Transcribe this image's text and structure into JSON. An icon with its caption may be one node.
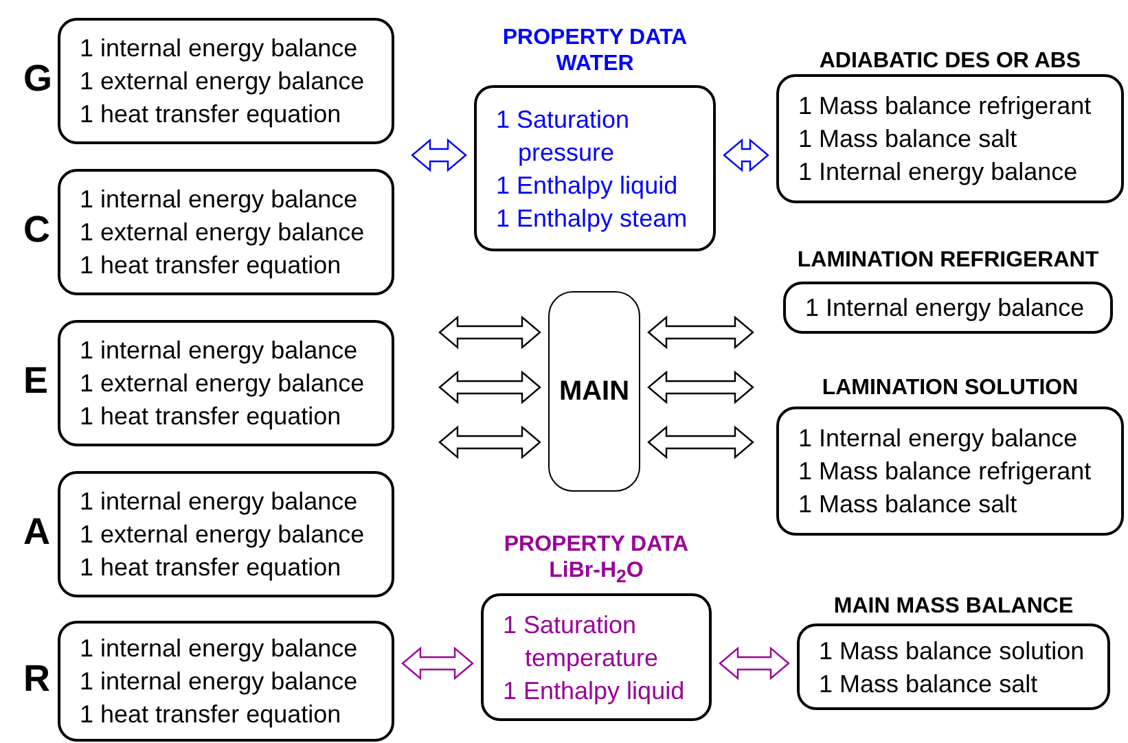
{
  "diagram": {
    "nodes": [
      {
        "text": [
          "1 internal energy balance",
          "1 external energy balance",
          "1 heat transfer equation"
        ],
        "beside": [
          "G"
        ]
      },
      {
        "text": [
          "1 internal energy balance",
          "1 external energy balance",
          "1 heat transfer equation"
        ],
        "beside": [
          "C"
        ]
      },
      {
        "text": [
          "1 internal energy balance",
          "1 external energy balance",
          "1 heat transfer equation"
        ],
        "beside": [
          "E"
        ]
      },
      {
        "text": [
          "1 internal energy balance",
          "1 external energy balance",
          "1 heat transfer equation"
        ],
        "beside": [
          "A"
        ]
      },
      {
        "text": [
          "1 internal energy balance",
          "1 internal energy balance",
          "1 heat transfer equation"
        ],
        "beside": [
          "R"
        ]
      },
      {
        "text": [
          "PROPERTY DATA WATER",
          "1 Saturation pressure",
          "1 Enthalpy liquid",
          "1 Enthalpy steam"
        ]
      },
      {
        "text": [
          "MAIN"
        ]
      },
      {
        "text": [
          "ADIABATIC DES OR ABS",
          "1 Mass balance refrigerant",
          "1 Mass balance salt",
          "1 Internal energy balance"
        ]
      },
      {
        "text": [
          "LAMINATION REFRIGERANT",
          "1 Internal energy balance"
        ]
      },
      {
        "text": [
          "LAMINATION SOLUTION",
          "1 Internal energy balance",
          "1 Mass balance refrigerant",
          "1 Mass balance salt"
        ]
      },
      {
        "text": [
          "PROPERTY DATA LiBr-H$_{2}$O",
          "1 Saturation temperature",
          "1 Enthalpy liquid"
        ]
      },
      {
        "text": [
          "MAIN MASS BALANCE",
          "1 Mass balance solution",
          "1 Mass balance salt"
        ]
      }
    ],
    "edges": [
      {
        "from": null,
        "to": 5,
        "arrow": "both",
        "color": "#0000ff"
      },
      {
        "from": 5,
        "to": 7,
        "arrow": "both",
        "color": "#0000ff"
      },
      {
        "from": null,
        "to": 6,
        "arrow": "both"
      },
      {
        "from": null,
        "to": 6,
        "arrow": "both"
      },
      {
        "from": null,
        "to": 6,
        "arrow": "both"
      },
      {
        "from": 6,
        "to": null,
        "arrow": "both"
      },
      {
        "from": 6,
        "to": null,
        "arrow": "both"
      },
      {
        "from": 6,
        "to": null,
        "arrow": "both"
      },
      {
        "from": 4,
        "to": 10,
        "arrow": "both",
        "color": "#990099"
      },
      {
        "from": 10,
        "to": 11,
        "arrow": "both",
        "color": "#990099"
      }
    ]
  }
}
